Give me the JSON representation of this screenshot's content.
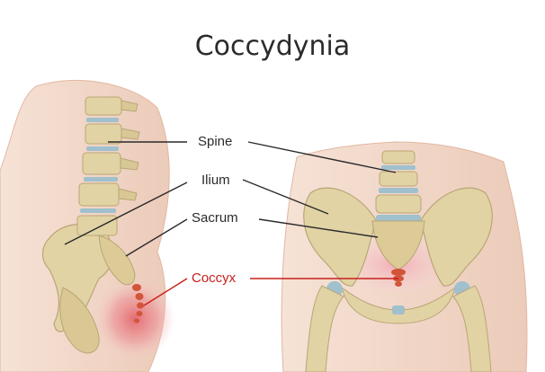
{
  "title": "Coccydynia",
  "labels": {
    "spine": "Spine",
    "ilium": "Ilium",
    "sacrum": "Sacrum",
    "coccyx": "Coccyx"
  },
  "colors": {
    "accent": "#c8201a",
    "leader": "#2a2a2a",
    "bone": "#e2d3a4",
    "bone_shade": "#b9a577",
    "skin": "#f2d7c8",
    "disc": "#9fc0cc",
    "pain_glow": "#e4606a"
  }
}
